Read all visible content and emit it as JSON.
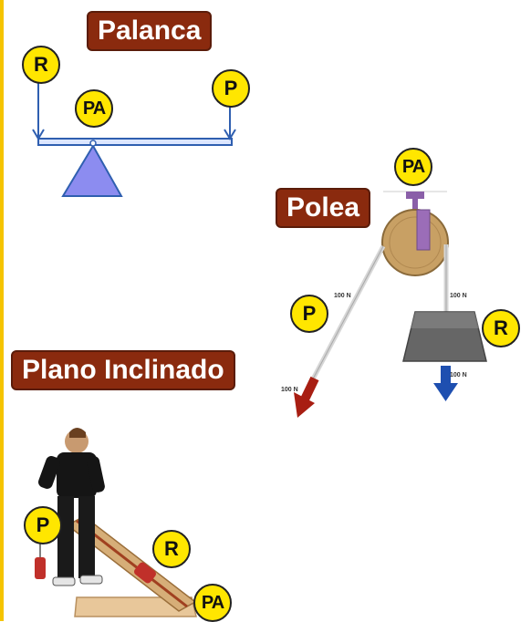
{
  "colors": {
    "title_bg": "#8a2a0e",
    "circle_bg": "#ffe600",
    "lever_blue": "#2f5fb0",
    "fulcrum": "#8c8cf0"
  },
  "lever": {
    "title": "Palanca",
    "r": "R",
    "pa": "PA",
    "p": "P"
  },
  "pulley": {
    "title": "Polea",
    "pa": "PA",
    "p": "P",
    "r": "R",
    "force_rope_left": "100 N",
    "force_rope_right": "100 N",
    "force_arrow_left": "100 N",
    "force_arrow_down": "100 N"
  },
  "incline": {
    "title": "Plano Inclinado",
    "p": "P",
    "r": "R",
    "pa": "PA"
  }
}
